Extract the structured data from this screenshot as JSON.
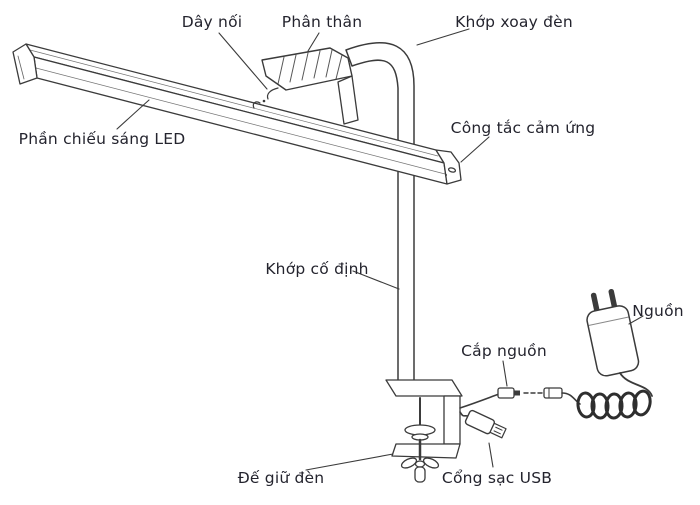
{
  "diagram": {
    "colors": {
      "ink": "#3b3b3b",
      "label_text": "#24242e",
      "background": "#ffffff"
    },
    "labels": [
      {
        "id": "day-noi",
        "text": "Dây nối"
      },
      {
        "id": "phan-than",
        "text": "Phân thân"
      },
      {
        "id": "khop-xoay-den",
        "text": "Khớp xoay đèn"
      },
      {
        "id": "phan-chieu-sang-led",
        "text": "Phần chiếu sáng LED"
      },
      {
        "id": "cong-tac-cam-ung",
        "text": "Công tắc cảm ứng"
      },
      {
        "id": "khop-co-dinh",
        "text": "Khớp cố định"
      },
      {
        "id": "nguon",
        "text": "Nguồn"
      },
      {
        "id": "cap-nguon",
        "text": "Cắp nguồn"
      },
      {
        "id": "de-giu-den",
        "text": "Đế giữ đèn"
      },
      {
        "id": "cong-sac-usb",
        "text": "Cổng sạc USB"
      }
    ]
  }
}
